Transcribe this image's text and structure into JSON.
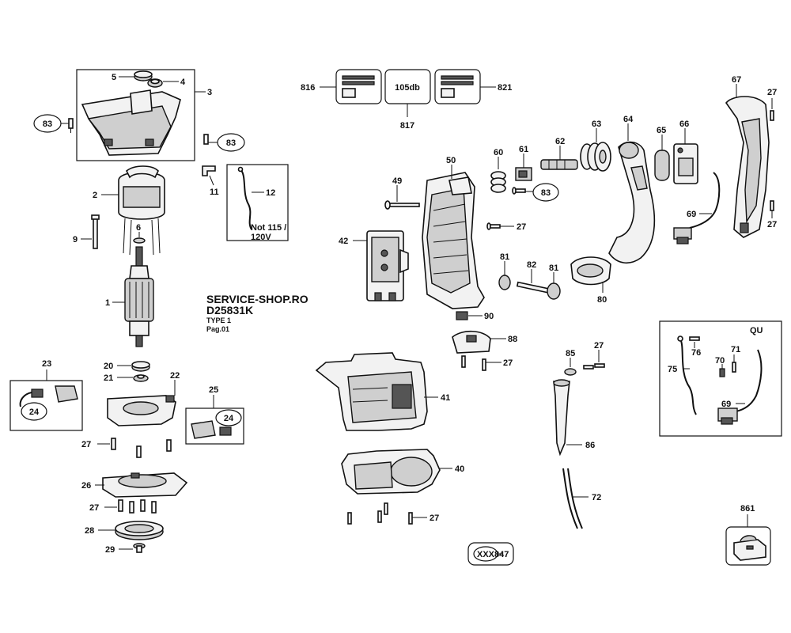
{
  "watermark": {
    "site": "SERVICE-SHOP.RO",
    "model": "D25831K",
    "type": "TYPE 1",
    "page": "Pag.01"
  },
  "labels": {
    "p1": "1",
    "p2": "2",
    "p3": "3",
    "p4": "4",
    "p5": "5",
    "p6": "6",
    "p9": "9",
    "p11": "11",
    "p12": "12",
    "p20": "20",
    "p21": "21",
    "p22": "22",
    "p23": "23",
    "p24": "24",
    "p25": "25",
    "p26": "26",
    "p27": "27",
    "p28": "28",
    "p29": "29",
    "p40": "40",
    "p41": "41",
    "p42": "42",
    "p49": "49",
    "p50": "50",
    "p60": "60",
    "p61": "61",
    "p62": "62",
    "p63": "63",
    "p64": "64",
    "p65": "65",
    "p66": "66",
    "p67": "67",
    "p69": "69",
    "p70": "70",
    "p71": "71",
    "p72": "72",
    "p75": "75",
    "p76": "76",
    "p80": "80",
    "p81": "81",
    "p82": "82",
    "p83": "83",
    "p85": "85",
    "p86": "86",
    "p88": "88",
    "p90": "90",
    "p816": "816",
    "p817": "817",
    "p821": "821",
    "p847": "847",
    "p861": "861"
  },
  "notes": {
    "not_115": "Not 115 /",
    "volt_120": "120V",
    "db_label": "105db",
    "xxx": "XXX",
    "qu": "QU"
  }
}
